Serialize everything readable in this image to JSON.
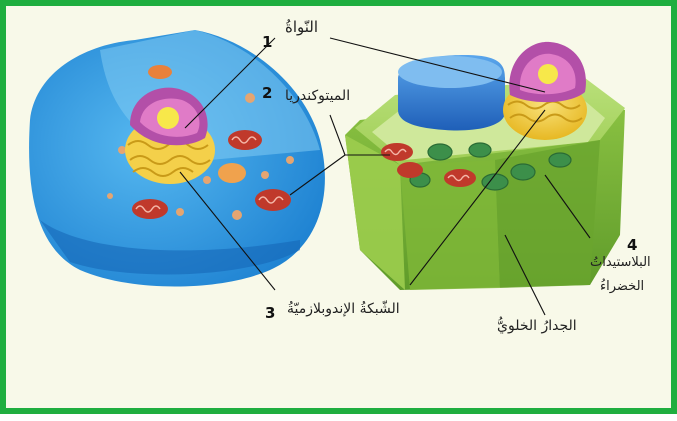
{
  "labels": {
    "nucleus": {
      "number": "1",
      "text": "النّواةُ"
    },
    "mitochondria": {
      "number": "2",
      "text": "الميتوكندريا"
    },
    "endoplasmic_reticulum": {
      "number": "3",
      "text": "الشّبكةُ الإندوبلازميّةُ"
    },
    "chloroplasts": {
      "number": "4",
      "line1": "البلاستيداتُ",
      "line2": "الخضراءُ"
    },
    "cell_wall": {
      "text": "الجدارُ الخلويُّ"
    }
  },
  "colors": {
    "border": "#1fae3f",
    "background": "#f8f9e9",
    "animal_cell": "#2f9be0",
    "plant_cell": "#8fc245",
    "vacuole": "#2f7fd6",
    "nucleus_shell": "#f1cf3a",
    "nucleus_core": "#b34fa8",
    "mitochondria": "#c0392b",
    "chloroplast": "#3c8f4a"
  }
}
